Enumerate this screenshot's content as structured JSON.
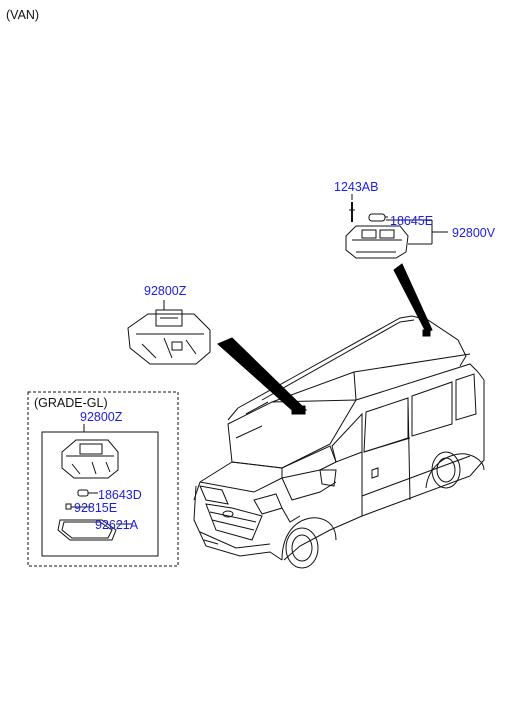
{
  "header": {
    "variant": "(VAN)"
  },
  "callouts": {
    "bolt": "1243AB",
    "bulb_top": "18645E",
    "lamp_rear": "92800V",
    "lamp_front": "92800Z"
  },
  "grade_box": {
    "title": "(GRADE-GL)",
    "lamp": "92800Z",
    "bulb": "18643D",
    "lens_clip": "92815E",
    "lens": "92621A"
  },
  "colors": {
    "link": "#1a1aff",
    "line": "#111111"
  }
}
